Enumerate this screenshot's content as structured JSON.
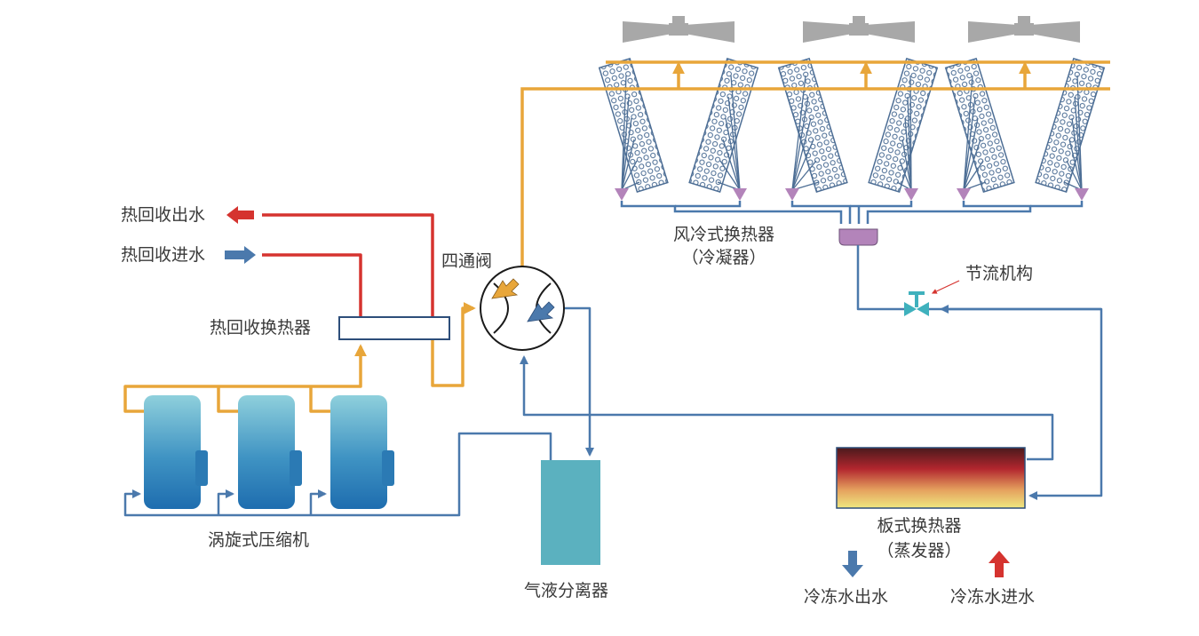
{
  "labels": {
    "heat_out": "热回收出水",
    "heat_in": "热回收进水",
    "heat_exchanger": "热回收换热器",
    "four_way_valve": "四通阀",
    "air_cooled_line1": "风冷式换热器",
    "air_cooled_line2": "（冷凝器）",
    "throttle": "节流机构",
    "compressor": "涡旋式压缩机",
    "separator": "气液分离器",
    "plate_line1": "板式换热器",
    "plate_line2": "（蒸发器）",
    "chilled_out": "冷冻水出水",
    "chilled_in": "冷冻水进水"
  },
  "colors": {
    "hot_gas": "#E8A63A",
    "low_pressure": "#4B79AC",
    "hot_water": "#D5332F",
    "fan": "#A8A8A8",
    "coil": "#4D6E95",
    "compressor_top": "#8FD0DC",
    "compressor_bottom": "#1E6DAF",
    "separator": "#5BB1BF",
    "valve": "#3FB1BD",
    "distributor": "#B384BA"
  },
  "icons": {
    "fan": "axial-fan-icon",
    "coil": "finned-coil-icon",
    "compressor": "scroll-compressor-icon",
    "valve": "four-way-valve-icon",
    "throttle": "throttle-valve-icon",
    "hot_out_arrow": "arrow-left-icon",
    "hot_in_arrow": "arrow-right-icon",
    "chilled_out_arrow": "arrow-down-icon",
    "chilled_in_arrow": "arrow-up-icon"
  }
}
